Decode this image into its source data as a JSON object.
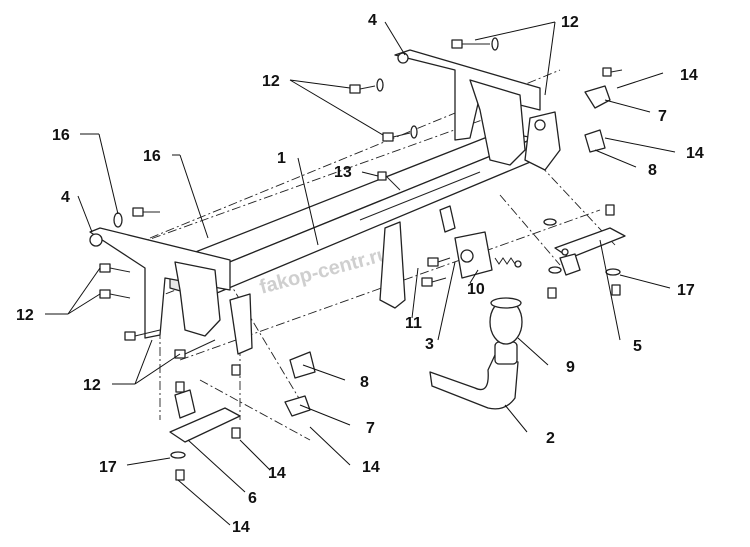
{
  "watermark": "fakop-centr.ru",
  "labels": {
    "p1": "1",
    "p2": "2",
    "p3": "3",
    "p4_top": "4",
    "p4_left": "4",
    "p5": "5",
    "p6": "6",
    "p7_right": "7",
    "p7_bottom": "7",
    "p8_right": "8",
    "p8_bottom": "8",
    "p9": "9",
    "p10": "10",
    "p11": "11",
    "p12_top_right": "12",
    "p12_top_left": "12",
    "p12_left": "12",
    "p12_bottom_left": "12",
    "p13": "13",
    "p14_right_top": "14",
    "p14_right_mid": "14",
    "p14_bottom_mid": "14",
    "p14_bottom_mid2": "14",
    "p14_bottom_left": "14",
    "p16_left": "16",
    "p16_mid": "16",
    "p17_right": "17",
    "p17_left": "17"
  }
}
